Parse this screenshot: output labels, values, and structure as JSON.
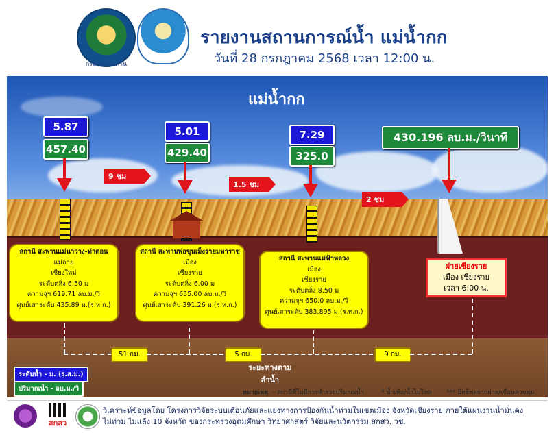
{
  "header": {
    "org_caption": "กรมชลประทาน",
    "title": "รายงานสถานการณ์น้ำ แม่น้ำกก",
    "subtitle": "วันที่ 28 กรกฎาคม 2568 เวลา 12:00 น."
  },
  "river": {
    "name": "แม่น้ำกก"
  },
  "stations": [
    {
      "level": "5.87",
      "flow": "457.40",
      "name": "สถานี สะพานแม่นาวาง-ท่าตอน",
      "district": "แม่อาย",
      "province": "เชียงใหม่",
      "alarm": "ระดับตลิ่ง 6.50 ม",
      "capacity": "ความจุฯ 619.71 ลบ.ม./วิ",
      "datum": "ศูนย์เสาระดับ 435.89 ม.(ร.ท.ก.)"
    },
    {
      "level": "5.01",
      "flow": "429.40",
      "name": "สถานี สะพานพ่อขุนเม็งรายมหาราช",
      "district": "เมือง",
      "province": "เชียงราย",
      "alarm": "ระดับตลิ่ง 6.00 ม",
      "capacity": "ความจุฯ 655.00 ลบ.ม./วิ",
      "datum": "ศูนย์เสาระดับ 391.26 ม.(ร.ท.ก.)"
    },
    {
      "level": "7.29",
      "flow": "325.0",
      "name": "สถานี สะพานแม่ฟ้าหลวง",
      "district": "เมือง",
      "province": "เชียงราย",
      "alarm": "ระดับตลิ่ง 8.50 ม",
      "capacity": "ความจุฯ 650.0 ลบ.ม./วิ",
      "datum": "ศูนย์เสาระดับ 383.895 ม.(ร.ท.ก.)"
    }
  ],
  "dam_flow": "430.196 ลบ.ม./วินาที",
  "travel_times": [
    "9 ชม",
    "1.5 ชม",
    "2 ชม"
  ],
  "distances": [
    "51 กม.",
    "5 กม.",
    "9 กม."
  ],
  "weir": {
    "title": "ฝายเชียงราย",
    "location": "เมือง เชียงราย",
    "time": "เวลา 6:00 น."
  },
  "flow_direction": "ระยะทางตาม\nลำน้ำ",
  "legend": {
    "level": "ระดับน้ำ - ม. (ร.ส.ม.)",
    "flow": "ปริมาณน้ำ - ลบ.ม./วิ",
    "note_label": "หมายเหตุ",
    "note1": "-  สถานีที่ไม่มีการสำรวจปริมาณน้ำ",
    "note2": "*  น้ำเท้อ/น้ำไม่ไหล",
    "note3": "***  อิทธิพลจากฝาย/เขื่อนควบคุม"
  },
  "footer": {
    "logo_text": "สกสว",
    "text1": "วิเคราะห์ข้อมูลโดย โครงการวิจัยระบบเตือนภัยและแยงทางการป้องกันน้ำท่วมในเขตเมือง จังหวัดเชียงราย ภายใต้แผนงานน้ำมั่นคง",
    "text2": "ไม่ท่วม ไม่แล้ง 10 จังหวัด ของกระทรวงอุดมศึกษา วิทยาศาสตร์ วิจัยและนวัตกรรม สกสว. วช."
  },
  "colors": {
    "level_box": "#1c18d8",
    "flow_box": "#1d8a3a",
    "arrow": "#e0151b",
    "station_box": "#ffff00"
  }
}
